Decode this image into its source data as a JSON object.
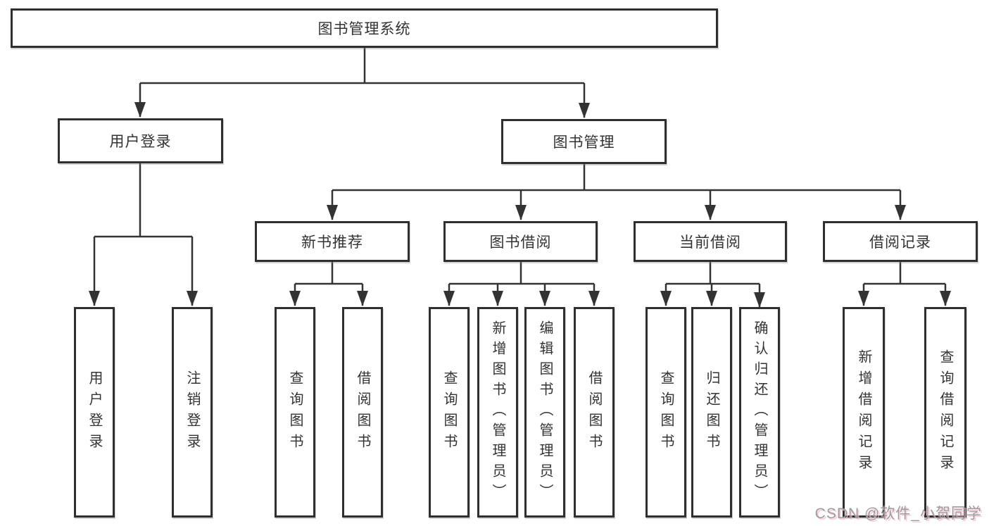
{
  "tree": {
    "root": "图书管理系统",
    "login": {
      "label": "用户登录",
      "children": [
        "用户登录",
        "注销登录"
      ]
    },
    "mgmt": {
      "label": "图书管理"
    },
    "modules": [
      {
        "label": "新书推荐",
        "children": [
          "查询图书",
          "借阅图书"
        ]
      },
      {
        "label": "图书借阅",
        "children": [
          "查询图书",
          "新增图书（管理员）",
          "编辑图书（管理员）",
          "借阅图书"
        ]
      },
      {
        "label": "当前借阅",
        "children": [
          "查询图书",
          "归还图书",
          "确认归还（管理员）"
        ]
      },
      {
        "label": "借阅记录",
        "children": [
          "新增借阅记录",
          "查询借阅记录"
        ]
      }
    ]
  },
  "watermark": "CSDN @软件_小贺同学",
  "colors": {
    "line": "#333333",
    "box_border": "#2f2f2f",
    "text": "#333333",
    "watermark_text": "#9c9c9c",
    "watermark_shadow": "#f5b8d0"
  }
}
